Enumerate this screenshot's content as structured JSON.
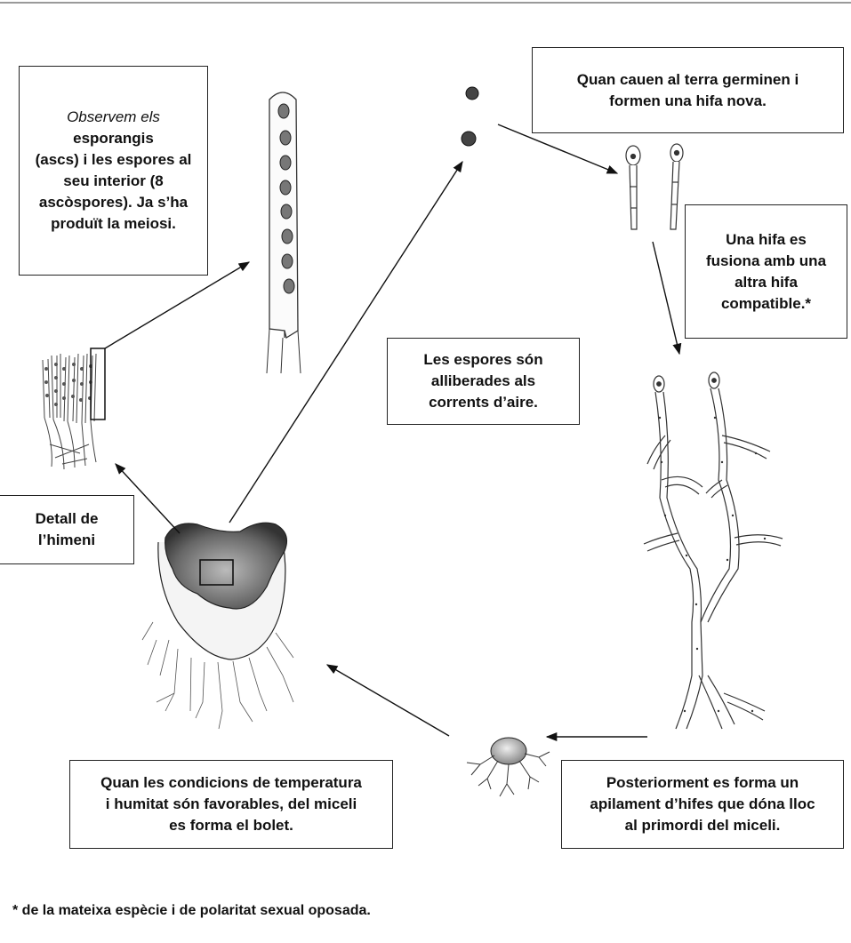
{
  "labels": {
    "observe": {
      "line1": "Observem els",
      "line2": "esporangis",
      "line3": "(ascs) i les espores al",
      "line4": "seu interior (8",
      "line5": "ascòspores). Ja s’ha",
      "line6": "produït la meiosi."
    },
    "germinate": {
      "line1": "Quan cauen al terra germinen i",
      "line2": "formen una hifa nova."
    },
    "fuse": {
      "line1": "Una hifa es",
      "line2": "fusiona amb una",
      "line3": "altra hifa",
      "line4": "compatible.*"
    },
    "released": {
      "line1": "Les espores són",
      "line2": "alliberades als",
      "line3": "corrents d’aire."
    },
    "hymen": {
      "line1": "Detall de",
      "line2": "l’himeni"
    },
    "conditions": {
      "line1": "Quan les condicions de temperatura",
      "line2": "i humitat són favorables, del miceli",
      "line3": "es forma el bolet."
    },
    "primordium": {
      "line1": "Posteriorment es forma un",
      "line2": "apilament d’hifes que dóna lloc",
      "line3": "al primordi del miceli."
    }
  },
  "footnote": "* de la mateixa espècie i de polaritat sexual oposada."
}
